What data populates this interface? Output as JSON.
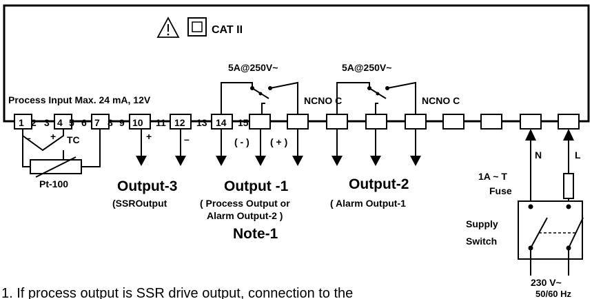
{
  "header": {
    "cat_label": "CAT II"
  },
  "ratings": {
    "relay1": "5A@250V~",
    "relay2": "5A@250V~"
  },
  "process_input": {
    "label": "Process Input Max. 24 mA, 12V"
  },
  "relay_contacts": {
    "relay1": "NCNO C",
    "relay2": "NCNO C"
  },
  "terminals": {
    "numbers": [
      "1",
      "2",
      "3",
      "4",
      "5",
      "6",
      "7",
      "8",
      "9",
      "10",
      "11",
      "12",
      "13",
      "14",
      "15"
    ]
  },
  "inputs": {
    "tc_label": "TC",
    "tc_minus": "–",
    "tc_plus": "+",
    "rtd_label": "Pt-100"
  },
  "outputs": {
    "out3_title": "Output-3",
    "out3_sub": "(SSROutput",
    "out3_plus": "+",
    "out3_minus": "–",
    "out1_title": "Output -1",
    "out1_sub1": "( Process Output or",
    "out1_sub2": "Alarm Output-2 )",
    "out1_minus": "( - )",
    "out1_plus": "( + )",
    "out2_title": "Output-2",
    "out2_sub": "( Alarm Output-1",
    "note": "Note-1"
  },
  "supply": {
    "n_label": "N",
    "l_label": "L",
    "fuse_rating": "1A ~ T",
    "fuse_label": "Fuse",
    "switch_line1": "Supply",
    "switch_line2": "Switch",
    "voltage": "230 V~",
    "frequency": "50/60 Hz"
  },
  "footer": {
    "note_text": "1. If process output is SSR drive output, connection to the"
  }
}
